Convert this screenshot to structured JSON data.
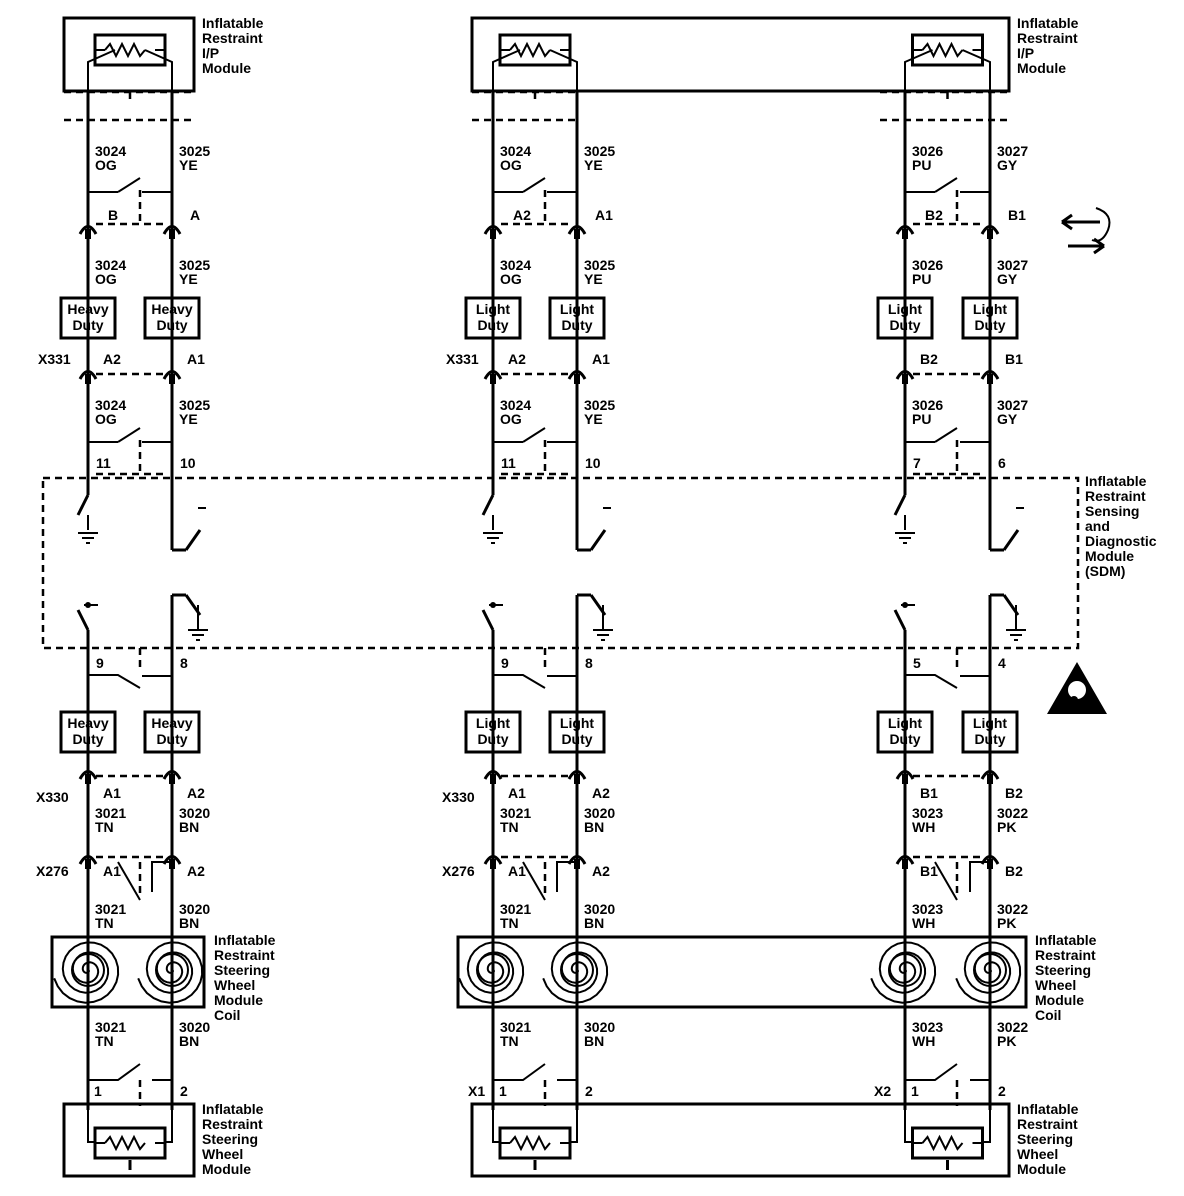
{
  "ip_module": {
    "label": [
      "Inflatable",
      "Restraint",
      "I/P",
      "Module"
    ]
  },
  "sdm": {
    "label": [
      "Inflatable",
      "Restraint",
      "Sensing",
      "and",
      "Diagnostic",
      "Module",
      "(SDM)"
    ]
  },
  "coil": {
    "label": [
      "Inflatable",
      "Restraint",
      "Steering",
      "Wheel",
      "Module",
      "Coil"
    ]
  },
  "sw_module": {
    "label": [
      "Inflatable",
      "Restraint",
      "Steering",
      "Wheel",
      "Module"
    ]
  },
  "heavy_duty": [
    "Heavy",
    "Duty"
  ],
  "light_duty": [
    "Light",
    "Duty"
  ],
  "connectors": {
    "x331": "X331",
    "x330": "X330",
    "x276": "X276",
    "x1": "X1",
    "x2": "X2"
  },
  "left": {
    "top_wires": [
      {
        "num": "3024",
        "color": "OG"
      },
      {
        "num": "3025",
        "color": "YE"
      }
    ],
    "top_pins": [
      "B",
      "A"
    ],
    "x331_pins": [
      "A2",
      "A1"
    ],
    "sdm_top_pins": [
      "11",
      "10"
    ],
    "sdm_bottom_pins": [
      "9",
      "8"
    ],
    "x330_pins": [
      "A1",
      "A2"
    ],
    "bottom_wires": [
      {
        "num": "3021",
        "color": "TN"
      },
      {
        "num": "3020",
        "color": "BN"
      }
    ],
    "x276_pins": [
      "A1",
      "A2"
    ],
    "sw_pins": [
      "1",
      "2"
    ]
  },
  "right": {
    "top_wires": [
      {
        "num": "3024",
        "color": "OG"
      },
      {
        "num": "3025",
        "color": "YE"
      },
      {
        "num": "3026",
        "color": "PU"
      },
      {
        "num": "3027",
        "color": "GY"
      }
    ],
    "top_pins": [
      "A2",
      "A1",
      "B2",
      "B1"
    ],
    "x331_pins": [
      "A2",
      "A1",
      "B2",
      "B1"
    ],
    "sdm_top_pins": [
      "11",
      "10",
      "7",
      "6"
    ],
    "sdm_bottom_pins": [
      "9",
      "8",
      "5",
      "4"
    ],
    "x330_pins": [
      "A1",
      "A2",
      "B1",
      "B2"
    ],
    "bottom_wires": [
      {
        "num": "3021",
        "color": "TN"
      },
      {
        "num": "3020",
        "color": "BN"
      },
      {
        "num": "3023",
        "color": "WH"
      },
      {
        "num": "3022",
        "color": "PK"
      }
    ],
    "x276_pins": [
      "A1",
      "A2",
      "B1",
      "B2"
    ],
    "sw_pins": [
      "1",
      "2",
      "1",
      "2"
    ]
  },
  "icons": [
    "wiring-arrows-icon",
    "airbag-warning-icon"
  ]
}
